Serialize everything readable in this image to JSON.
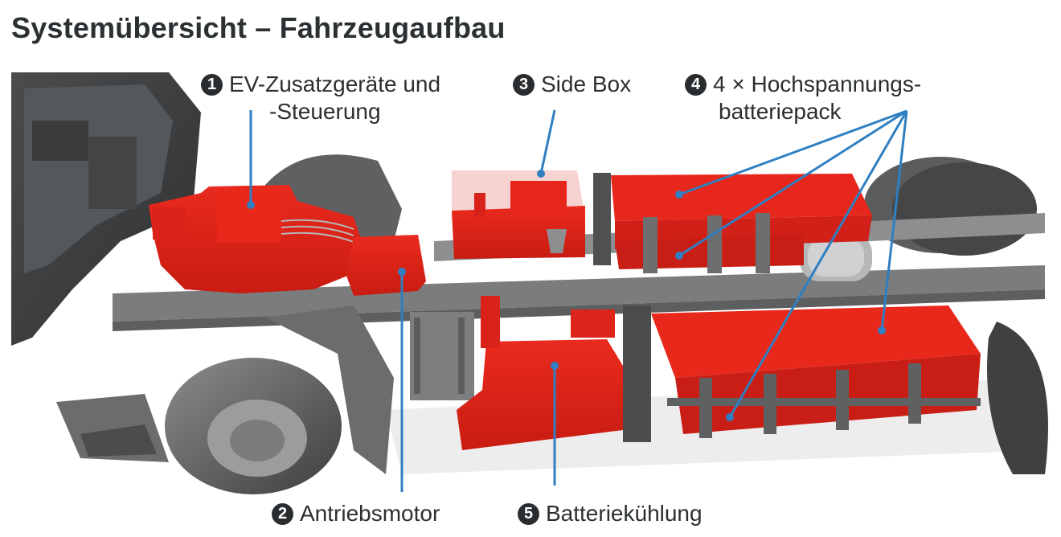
{
  "title": "Systemübersicht – Fahrzeugaufbau",
  "colors": {
    "component_highlight": "#e0231a",
    "leader_line": "#2f7fc1",
    "badge": "#2a2d2f",
    "chassis_gray": "#6d6f71",
    "text": "#2b2f31"
  },
  "callouts": [
    {
      "number": "1",
      "line1": "EV-Zusatzgeräte und",
      "line2": "-Steuerung"
    },
    {
      "number": "2",
      "line1": "Antriebsmotor"
    },
    {
      "number": "3",
      "line1": "Side Box"
    },
    {
      "number": "4",
      "line1": "4 × Hochspannungs-",
      "line2": "batteriepack"
    },
    {
      "number": "5",
      "line1": "Batteriekühlung"
    }
  ]
}
